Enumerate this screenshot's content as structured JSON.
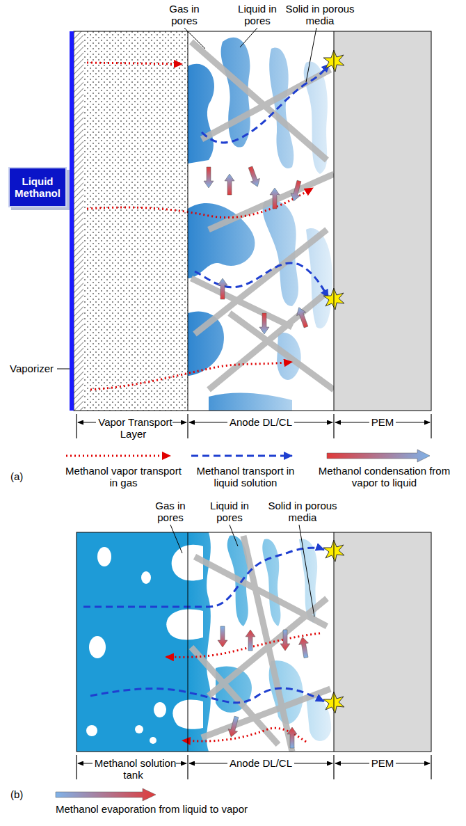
{
  "diagram": {
    "nodes": [
      {
        "text": [
          "Liquid Methanol"
        ]
      },
      {
        "text": [
          "Vaporizer"
        ]
      }
    ],
    "edges": [
      {
        "from": 0,
        "to": 1,
        "arrow": "to"
      }
    ],
    "labels": [
      "Gas in pores",
      "Liquid in pores",
      "Solid in porous media",
      "Vapor Transport Layer",
      "Anode DL/CL",
      "PEM",
      "(a)",
      "Gas in pores",
      "Liquid in pores",
      "Solid in porous media",
      "Methanol solution tank",
      "Anode DL/CL",
      "PEM",
      "(b)"
    ],
    "legend": [
      {
        "text": "Methanol vapor transport in gas"
      },
      {
        "text": "Methanol transport in liquid solution"
      },
      {
        "text": "Methanol condensation from vapor to liquid"
      },
      {
        "text": "Methanol evaporation from liquid to vapor"
      }
    ]
  }
}
